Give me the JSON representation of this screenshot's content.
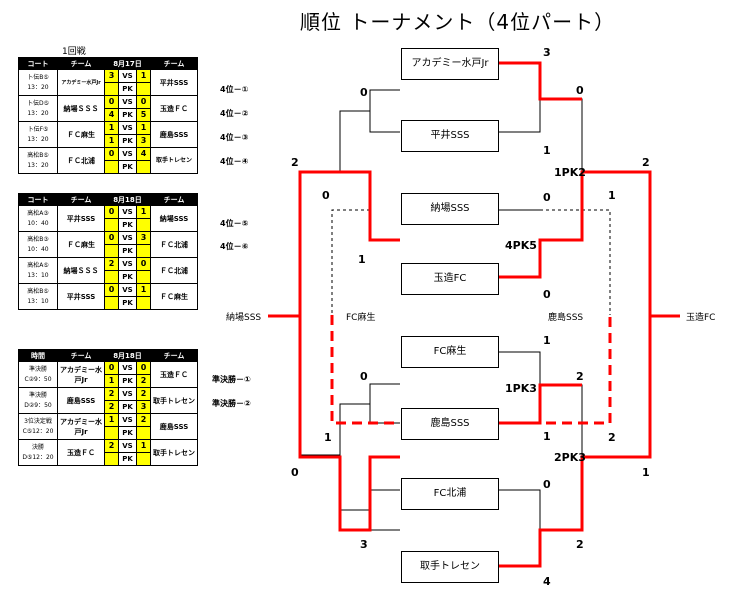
{
  "title": "順位 トーナメント（4位パート）",
  "round1_caption": "1回戦",
  "table1": {
    "headers": [
      "コート",
      "チーム",
      "8月17日",
      "チーム"
    ],
    "rows": [
      {
        "court": "卜伝B⑤",
        "time": "13：20",
        "team_a": "アカデミー水戸Jr",
        "score_a": "3",
        "vs": "VS",
        "score_b": "1",
        "team_b": "平井SSS",
        "pk_a": "",
        "pk": "PK",
        "pk_b": ""
      },
      {
        "court": "卜伝D⑤",
        "time": "13：20",
        "team_a": "納場ＳＳＳ",
        "score_a": "0",
        "vs": "VS",
        "score_b": "0",
        "team_b": "玉造ＦＣ",
        "pk_a": "4",
        "pk": "PK",
        "pk_b": "5"
      },
      {
        "court": "卜伝F⑤",
        "time": "13：20",
        "team_a": "ＦＣ麻生",
        "score_a": "1",
        "vs": "VS",
        "score_b": "1",
        "team_b": "鹿島SSS",
        "pk_a": "1",
        "pk": "PK",
        "pk_b": "3"
      },
      {
        "court": "高松B⑤",
        "time": "13：20",
        "team_a": "ＦＣ北浦",
        "score_a": "0",
        "vs": "VS",
        "score_b": "4",
        "team_b": "取手トレセン",
        "pk_a": "",
        "pk": "PK",
        "pk_b": ""
      }
    ]
  },
  "table1_labels": [
    "4位－①",
    "4位－②",
    "4位－③",
    "4位－④"
  ],
  "table2": {
    "headers": [
      "コート",
      "チーム",
      "8月18日",
      "チーム"
    ],
    "rows": [
      {
        "court": "高松A③",
        "time": "10：40",
        "team_a": "平井SSS",
        "score_a": "0",
        "vs": "VS",
        "score_b": "1",
        "team_b": "納場SSS",
        "pk_a": "",
        "pk": "PK",
        "pk_b": ""
      },
      {
        "court": "高松B③",
        "time": "10：40",
        "team_a": "ＦＣ麻生",
        "score_a": "0",
        "vs": "VS",
        "score_b": "3",
        "team_b": "ＦＣ北浦",
        "pk_a": "",
        "pk": "PK",
        "pk_b": ""
      },
      {
        "court": "高松A⑤",
        "time": "13：10",
        "team_a": "納場ＳＳＳ",
        "score_a": "2",
        "vs": "VS",
        "score_b": "0",
        "team_b": "ＦＣ北浦",
        "pk_a": "",
        "pk": "PK",
        "pk_b": ""
      },
      {
        "court": "高松B⑤",
        "time": "13：10",
        "team_a": "平井SSS",
        "score_a": "0",
        "vs": "VS",
        "score_b": "1",
        "team_b": "ＦＣ麻生",
        "pk_a": "",
        "pk": "PK",
        "pk_b": ""
      }
    ]
  },
  "table2_labels": [
    "4位－⑤",
    "4位－⑥"
  ],
  "table3": {
    "headers": [
      "時間",
      "チーム",
      "8月18日",
      "チーム"
    ],
    "rows": [
      {
        "court": "準決勝",
        "time": "C②9：50",
        "team_a": "アカデミー水戸Jr",
        "score_a": "0",
        "vs": "VS",
        "score_b": "0",
        "team_b": "玉造ＦＣ",
        "pk_a": "1",
        "pk": "PK",
        "pk_b": "2"
      },
      {
        "court": "準決勝",
        "time": "D②9：50",
        "team_a": "鹿島SSS",
        "score_a": "2",
        "vs": "VS",
        "score_b": "2",
        "team_b": "取手トレセン",
        "pk_a": "2",
        "pk": "PK",
        "pk_b": "3"
      },
      {
        "court": "3位決定戦",
        "time": "C⑤12：20",
        "team_a": "アカデミー水戸Jr",
        "score_a": "1",
        "vs": "VS",
        "score_b": "2",
        "team_b": "鹿島SSS",
        "pk_a": "",
        "pk": "PK",
        "pk_b": ""
      },
      {
        "court": "決勝",
        "time": "D⑤12：20",
        "team_a": "玉造ＦＣ",
        "score_a": "2",
        "vs": "VS",
        "score_b": "1",
        "team_b": "取手トレセン",
        "pk_a": "",
        "pk": "PK",
        "pk_b": ""
      }
    ]
  },
  "table3_labels": [
    "準決勝－①",
    "準決勝－②"
  ],
  "bracket": {
    "teams": [
      "アカデミー水戸Jr",
      "平井SSS",
      "納場SSS",
      "玉造FC",
      "FC麻生",
      "鹿島SSS",
      "FC北浦",
      "取手トレセン"
    ],
    "left_label": "納場SSS",
    "right_label": "玉造FC",
    "mid_left_label": "FC麻生",
    "mid_right_label": "鹿島SSS",
    "scores": {
      "r1_a": "3",
      "r1_b": "1",
      "r1_c": "0",
      "r1_d": "4PK5",
      "r1_d2": "0",
      "r1_e": "1",
      "r1_f": "1PK3",
      "r1_g": "1",
      "r1_h": "0",
      "r1_i": "2",
      "r1_j": "4",
      "sf_top": "1PK2",
      "sf_bottom": "2PK3",
      "sf_a": "0",
      "sf_b": "2",
      "r2_tl": "0",
      "r2_bl": "1",
      "r2_ml": "0",
      "r2_mb": "1",
      "r2_bb": "3",
      "l_top": "2",
      "l_bottom": "0",
      "r_top": "2",
      "r_bottom": "1",
      "c_top": "0",
      "c_mid": "1",
      "c_bot": "2",
      "t_top": "0",
      "t_bot": "1"
    }
  },
  "colors": {
    "winner_line": "#ff0000",
    "score_highlight": "#ffff00"
  }
}
